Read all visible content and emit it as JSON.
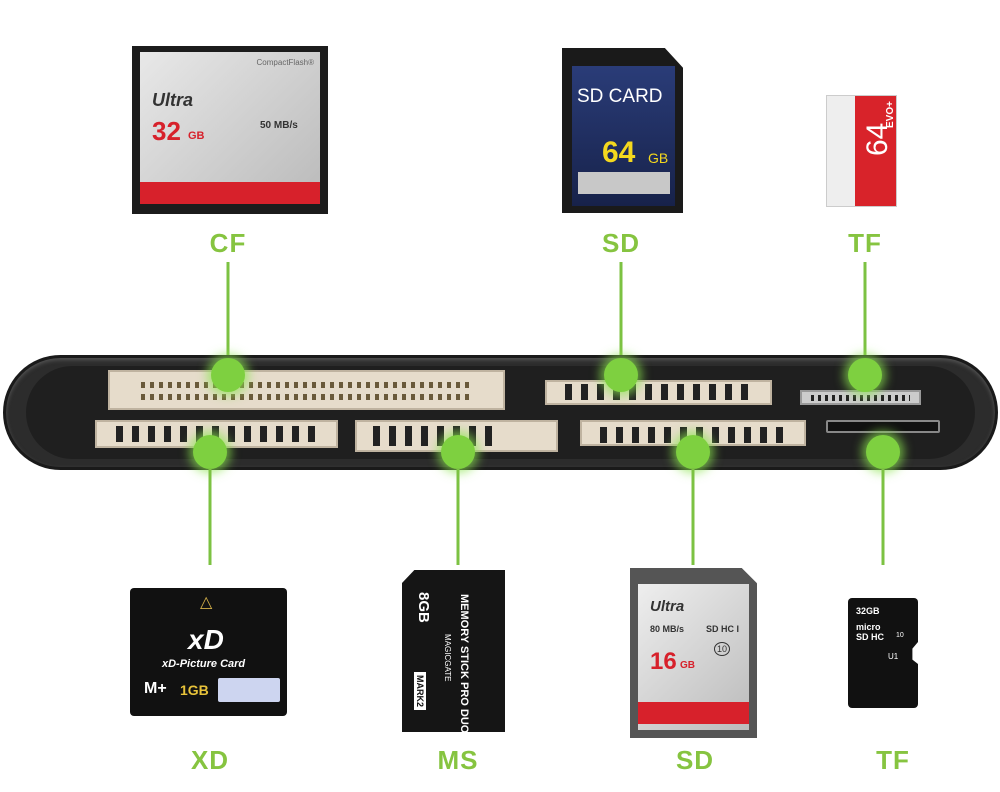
{
  "colors": {
    "accent": "#7cc242",
    "label": "#86c440",
    "reader": "#2c2c2c"
  },
  "top_labels": [
    "CF",
    "SD",
    "TF"
  ],
  "bottom_labels": [
    "XD",
    "MS",
    "SD",
    "TF"
  ],
  "cards": {
    "cf": {
      "brand": "CompactFlash®",
      "name": "Ultra",
      "capacity": "32",
      "unit": "GB",
      "speed": "50 MB/s"
    },
    "sd_top": {
      "name": "SD CARD",
      "capacity": "64",
      "unit": "GB"
    },
    "tf_top": {
      "capacity": "64",
      "brand": "EVO+"
    },
    "xd": {
      "logo": "xD",
      "name": "xD-Picture Card",
      "type": "M+",
      "capacity": "1GB"
    },
    "ms": {
      "capacity": "8GB",
      "name": "MEMORY STICK PRO DUO",
      "gate": "MAGICGATE",
      "mark": "MARK2"
    },
    "sd_bottom": {
      "name": "Ultra",
      "speed": "80 MB/s",
      "capacity": "16",
      "unit": "GB",
      "class": "10",
      "logo": "SD HC I"
    },
    "tf_bottom": {
      "capacity": "32GB",
      "logo": "micro SD HC",
      "class": "10",
      "uhs": "U1"
    }
  }
}
